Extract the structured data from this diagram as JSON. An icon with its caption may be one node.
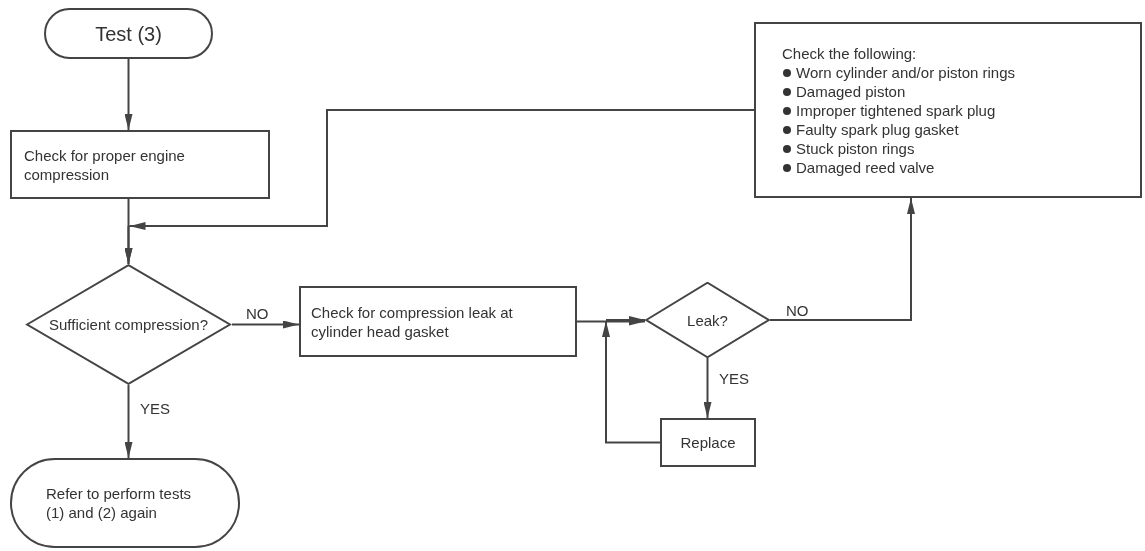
{
  "diagram": {
    "nodes": [
      {
        "text": [
          "Test (3)"
        ]
      },
      {
        "text": [
          "Check for proper engine compression"
        ]
      },
      {
        "text": [
          "Sufficient compression?"
        ]
      },
      {
        "text": [
          "Check for compression leak at cylinder head gasket"
        ]
      },
      {
        "text": [
          "Leak?"
        ]
      },
      {
        "text": [
          "Replace"
        ]
      },
      {
        "text": [
          "Check the following:",
          "Worn cylinder and/or piston rings",
          "Damaged piston",
          "Improper tightened spark plug",
          "Faulty spark plug gasket",
          "Stuck piston rings",
          "Damaged reed valve"
        ]
      },
      {
        "text": [
          "Refer to perform tests (1) and (2) again"
        ]
      }
    ],
    "edges": [
      {
        "from": 0,
        "to": 1,
        "arrow": "to"
      },
      {
        "from": 1,
        "to": 2,
        "arrow": "to"
      },
      {
        "from": 6,
        "to": 2,
        "arrow": "to"
      },
      {
        "from": 2,
        "to": 3,
        "arrow": "to",
        "label": "NO"
      },
      {
        "from": 2,
        "to": 7,
        "arrow": "to",
        "label": "YES"
      },
      {
        "from": 3,
        "to": 4,
        "arrow": "to"
      },
      {
        "from": 4,
        "to": 6,
        "arrow": "to",
        "label": "NO"
      },
      {
        "from": 4,
        "to": 5,
        "arrow": "to",
        "label": "YES"
      },
      {
        "from": 5,
        "to": 4,
        "arrow": "to"
      }
    ]
  }
}
